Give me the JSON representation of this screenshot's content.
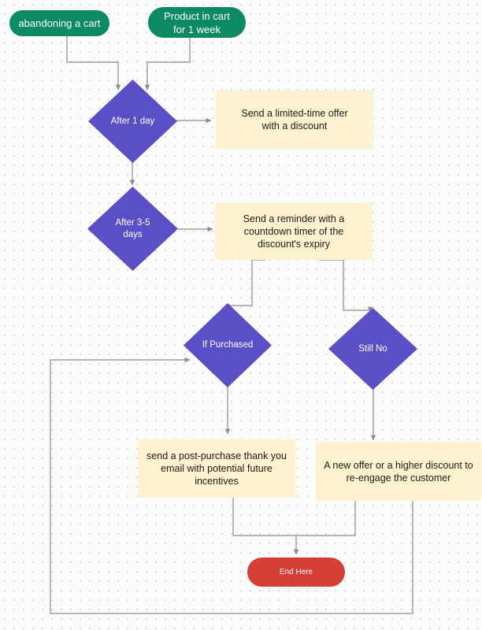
{
  "start_nodes": {
    "abandoning": "abandoning a cart",
    "product_in_cart": "Product in cart for 1 week"
  },
  "decisions": {
    "after_1_day": "After 1 day",
    "after_3_5_days": "After 3-5 days",
    "if_purchased": "If Purchased",
    "still_no": "Still No"
  },
  "actions": {
    "limited_offer": "Send a limited-time offer with a discount",
    "reminder": "Send a reminder with a countdown timer of the discount's expiry",
    "thank_you": "send a post-purchase thank you email with potential future incentives",
    "new_offer": "A new offer or a higher discount to re-engage the customer"
  },
  "end_node": "End Here",
  "colors": {
    "start_node": "#0c8a63",
    "decision": "#5a4fc6",
    "action_note": "#fff2cf",
    "end_node": "#d63e35",
    "connector": "#8c8c8c"
  }
}
